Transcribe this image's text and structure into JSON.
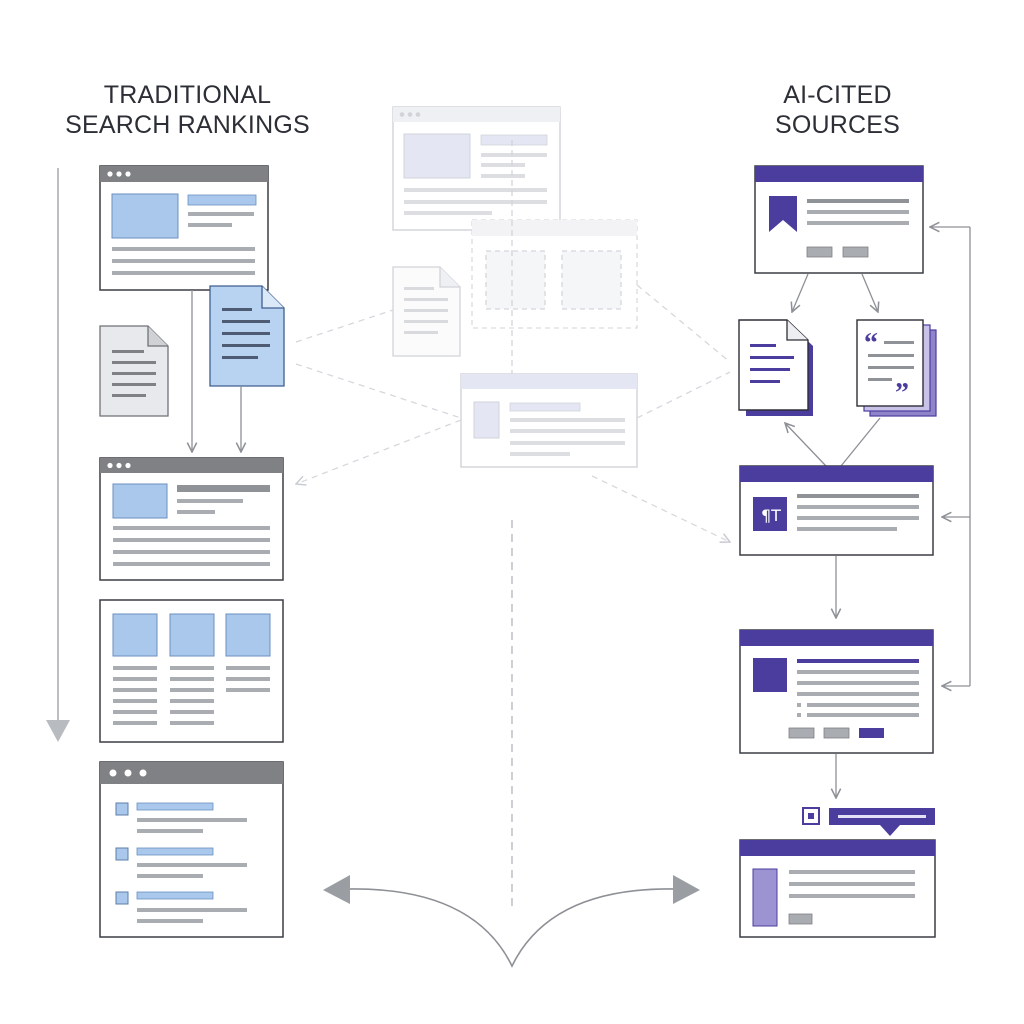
{
  "headings": {
    "left": [
      "TRADITIONAL",
      "SEARCH RANKINGS"
    ],
    "right": [
      "AI-CITED",
      "SOURCES"
    ]
  },
  "colors": {
    "ink": "#3a3d44",
    "line": "#8d9096",
    "bar_gray": "#a9acb1",
    "light_blue": "#a9c8ec",
    "left_accent": "#7f8185",
    "purple": "#4b3d9e",
    "purple_light": "#8f84c9",
    "faded": "#c9ccd3",
    "faded_blue": "#e0e2f2"
  },
  "icons": {
    "left_column": [
      "browser-window-icon",
      "document-icon",
      "grid-layout-icon",
      "list-layout-icon"
    ],
    "right_column": [
      "bookmark-icon",
      "quote-icon",
      "paragraph-icon",
      "comment-bubble-icon"
    ],
    "center": [
      "faded-browser-window-icon",
      "faded-document-icon",
      "dashed-selection-icon"
    ]
  }
}
